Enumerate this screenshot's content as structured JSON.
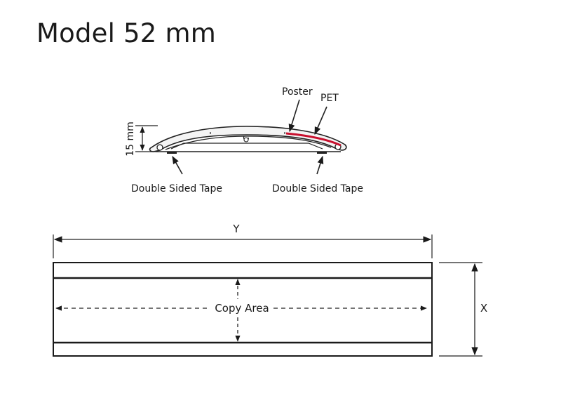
{
  "title": "Model 52 mm",
  "profile": {
    "height_label": "15 mm",
    "poster_label": "Poster",
    "pet_label": "PET",
    "tape_left_label": "Double Sided Tape",
    "tape_right_label": "Double Sided Tape",
    "accent_color": "#c8102e"
  },
  "plan": {
    "width_label": "Y",
    "height_label": "X",
    "copy_area_label": "Copy Area"
  }
}
